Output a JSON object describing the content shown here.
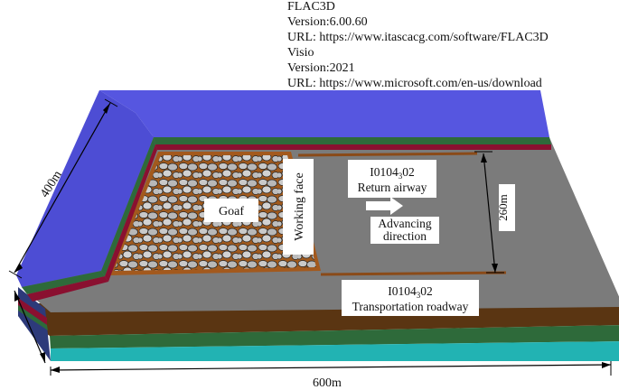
{
  "software_info": {
    "line1": "FLAC3D",
    "line2": "Version:6.00.60",
    "line3": "URL: https://www.itascacg.com/software/FLAC3D",
    "line4": "Visio",
    "line5": "Version:2021",
    "line6": "URL: https://www.microsoft.com/en-us/download"
  },
  "labels": {
    "goaf": "Goaf",
    "working_face": "Working face",
    "return_airway_id": "I0104",
    "return_airway_sub": "3",
    "return_airway_id_tail": "02",
    "return_airway": "Return airway",
    "advancing_line1": "Advancing",
    "advancing_line2": "direction",
    "transport_id": "I0104",
    "transport_sub": "3",
    "transport_id_tail": "02",
    "transport": "Transportation roadway"
  },
  "dimensions": {
    "width": "400m",
    "length": "600m",
    "face_length": "260m"
  },
  "colors": {
    "top_blue": "#5555dd",
    "grey_surface": "#7a7a7a",
    "brown": "#6b3a10",
    "dark_green": "#2e6a3a",
    "teal": "#1fb0b0",
    "red_layer": "#8a1030",
    "goaf_floor": "#9a5a20"
  }
}
